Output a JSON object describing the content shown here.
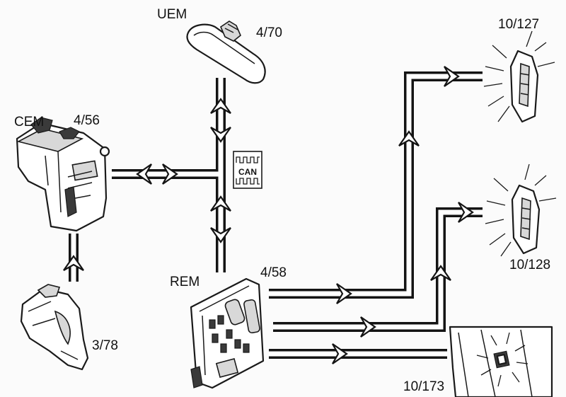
{
  "modules": {
    "uem": {
      "name": "UEM",
      "ref": "4/70"
    },
    "cem": {
      "name": "CEM",
      "ref": "4/56"
    },
    "rem": {
      "name": "REM",
      "ref": "4/58"
    },
    "switch": {
      "ref": "3/78"
    },
    "lamp_upper": {
      "ref": "10/127"
    },
    "lamp_middle": {
      "ref": "10/128"
    },
    "lamp_lower": {
      "ref": "10/173"
    }
  },
  "bus": {
    "label": "CAN"
  },
  "colors": {
    "line": "#141414",
    "paper": "#fbfbfb"
  }
}
